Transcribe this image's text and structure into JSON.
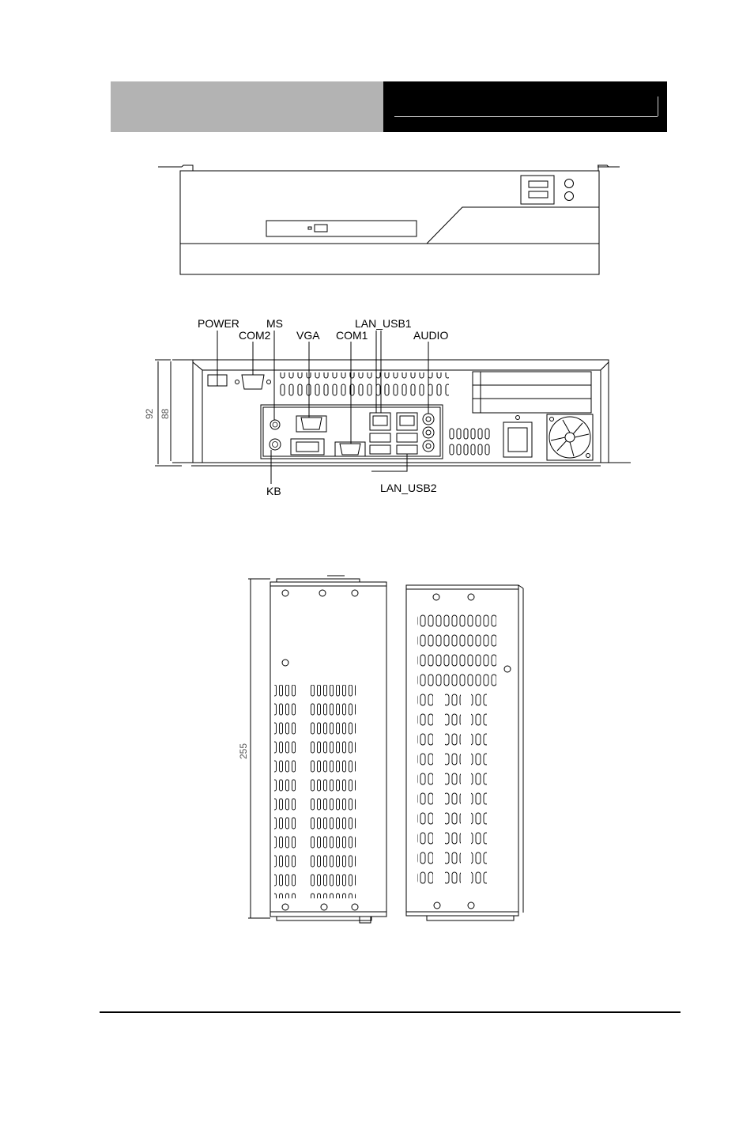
{
  "front_view": {},
  "rear_view": {
    "labels": {
      "power": "POWER",
      "ms": "MS",
      "lan_usb1": "LAN_USB1",
      "com2": "COM2",
      "vga": "VGA",
      "com1": "COM1",
      "audio": "AUDIO",
      "kb": "KB",
      "lan_usb2": "LAN_USB2"
    },
    "dimensions": {
      "outer_height": "92",
      "inner_height": "88"
    }
  },
  "side_view": {
    "dimensions": {
      "depth": "255"
    }
  }
}
